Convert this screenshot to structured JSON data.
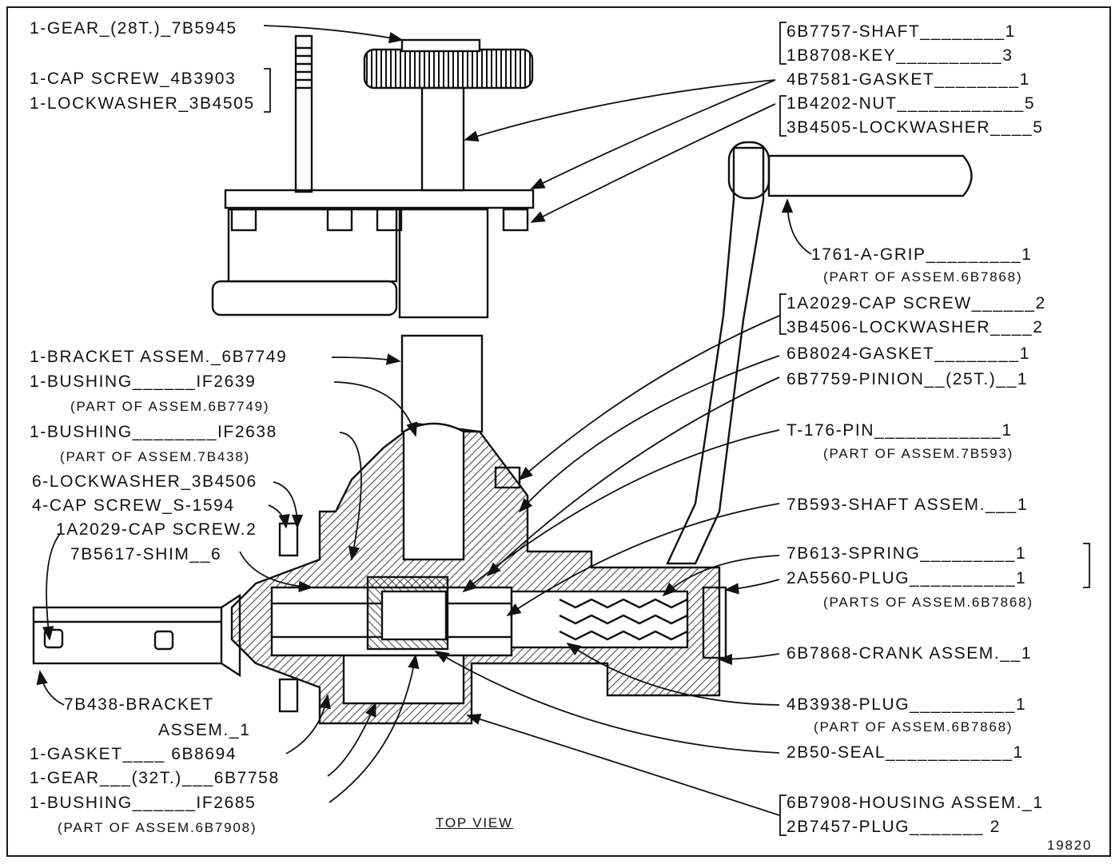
{
  "diagram": {
    "caption": "TOP VIEW",
    "figure_number": "19820",
    "left_labels": {
      "gear_top": "1-GEAR_(28T.)_7B5945",
      "cap_screw_top": "1-CAP SCREW_4B3903",
      "lockwasher_top": "1-LOCKWASHER_3B4505",
      "bracket_assem": "1-BRACKET ASSEM._6B7749",
      "bushing_1": "1-BUSHING______IF2639",
      "bushing_1_note": "(PART OF ASSEM.6B7749)",
      "bushing_2": "1-BUSHING________IF2638",
      "bushing_2_note": "(PART OF ASSEM.7B438)",
      "lockwasher_6": "6-LOCKWASHER_3B4506",
      "cap_screw_4": "4-CAP SCREW_S-1594",
      "cap_screw_2": "1A2029-CAP SCREW.2",
      "shim": "7B5617-SHIM__6",
      "bracket_7b438_line1": "7B438-BRACKET",
      "bracket_7b438_line2": "ASSEM._1",
      "gasket": "1-GASKET____ 6B8694",
      "gear_32": "1-GEAR___(32T.)___6B7758",
      "bushing_3": "1-BUSHING______IF2685",
      "bushing_3_note": "(PART OF ASSEM.6B7908)"
    },
    "right_labels": {
      "shaft": "6B7757-SHAFT________1",
      "key": "1B8708-KEY__________3",
      "gasket_top": "4B7581-GASKET________1",
      "nut": "1B4202-NUT____________5",
      "lockwasher_5": "3B4505-LOCKWASHER____5",
      "grip": "1761-A-GRIP_________1",
      "grip_note": "(PART OF ASSEM.6B7868)",
      "cap_screw_r": "1A2029-CAP SCREW______2",
      "lockwasher_r": "3B4506-LOCKWASHER____2",
      "gasket_r": "6B8024-GASKET________1",
      "pinion": "6B7759-PINION__(25T.)__1",
      "pin": "T-176-PIN____________1",
      "pin_note": "(PART OF ASSEM.7B593)",
      "shaft_assem": "7B593-SHAFT ASSEM.___1",
      "spring": "7B613-SPRING_________1",
      "plug_2a": "2A5560-PLUG__________1",
      "plug_2a_note": "(PARTS OF ASSEM.6B7868)",
      "crank": "6B7868-CRANK ASSEM.__1",
      "plug_4b": "4B3938-PLUG__________1",
      "plug_4b_note": "(PART OF ASSEM.6B7868)",
      "seal": "2B50-SEAL____________1",
      "housing": "6B7908-HOUSING ASSEM._1",
      "plug_2b": "2B7457-PLUG_______ 2"
    }
  },
  "colors": {
    "ink": "#111111",
    "paper": "#ffffff"
  }
}
